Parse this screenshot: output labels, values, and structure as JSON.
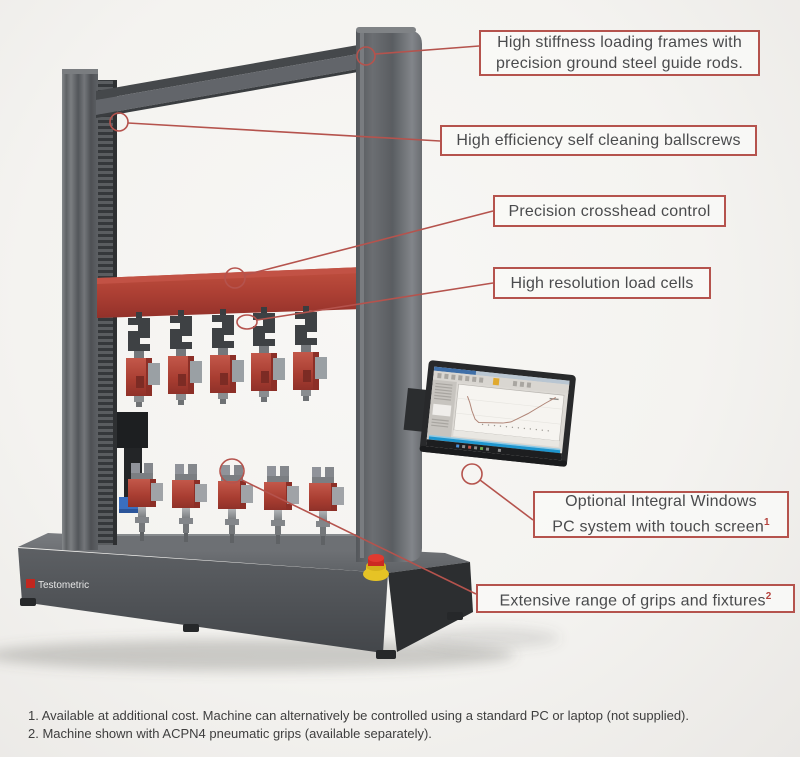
{
  "callouts": [
    {
      "line1": "High stiffness loading frames with",
      "line2": "precision ground steel guide rods.",
      "sup1": "",
      "sup2": ""
    },
    {
      "line1": "High efficiency self cleaning ballscrews",
      "line2": "",
      "sup1": "",
      "sup2": ""
    },
    {
      "line1": "Precision crosshead control",
      "line2": "",
      "sup1": "",
      "sup2": ""
    },
    {
      "line1": "High resolution load cells",
      "line2": "",
      "sup1": "",
      "sup2": ""
    },
    {
      "line1": "Optional Integral Windows",
      "line2": "PC system with touch screen",
      "sup1": "",
      "sup2": "1"
    },
    {
      "line1": "Extensive range of grips and fixtures",
      "line2": "",
      "sup1": "2",
      "sup2": ""
    }
  ],
  "footnotes": [
    "1. Available at additional cost. Machine can alternatively be controlled using a standard PC or laptop (not supplied).",
    "2. Machine shown with ACPN4 pneumatic grips (available separately)."
  ],
  "machine": {
    "brand": "Testometric",
    "grip_count_per_row": 5,
    "rows_of_grips": 2
  },
  "icons": {
    "logo": "red-square-logo",
    "emergency_stop": "red-mushroom-button-on-yellow-base"
  },
  "colors": {
    "callout_border": "#b5534d",
    "callout_text": "#4a4b4d",
    "superscript_red": "#b5423c",
    "crosshead_red": "#ad4037",
    "grip_red": "#a83d31",
    "machine_gray": "#5d6064",
    "base_dark": "#46494c",
    "estop_yellow": "#e6c325",
    "estop_red": "#cc2a22",
    "screen_progress_blue": "#1e96cf"
  }
}
